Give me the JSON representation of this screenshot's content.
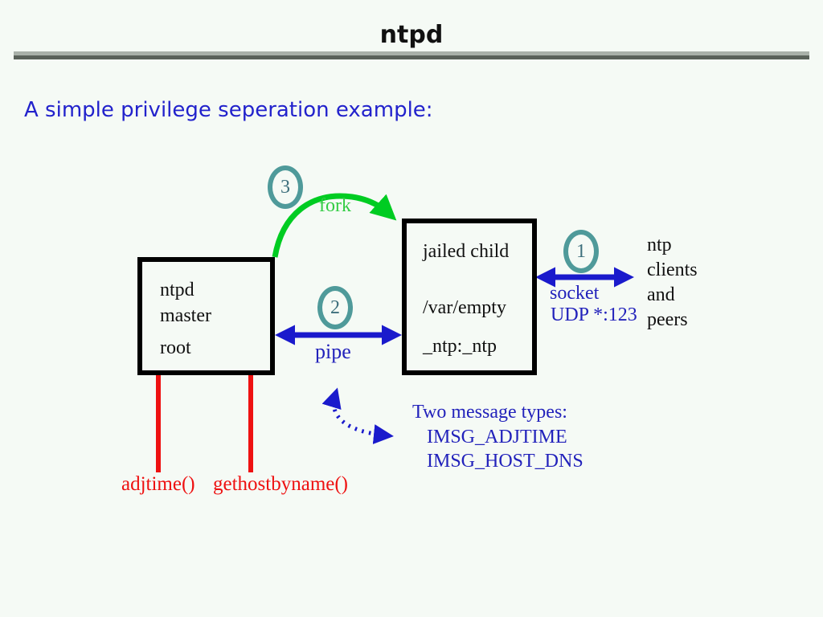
{
  "slide": {
    "title": "ntpd",
    "subtitle": "A simple privilege seperation example:"
  },
  "master_box": {
    "line1": "ntpd",
    "line2": "master",
    "line3": "root"
  },
  "child_box": {
    "line1": "jailed child",
    "line2": "/var/empty",
    "line3": "_ntp:_ntp"
  },
  "badges": {
    "fork": "3",
    "pipe": "2",
    "socket": "1"
  },
  "labels": {
    "fork": "fork",
    "pipe": "pipe",
    "socket_line1": "socket",
    "socket_line2": "UDP *:123",
    "clients_line1": "ntp",
    "clients_line2": "clients",
    "clients_line3": "and",
    "clients_line4": "peers",
    "messages_heading": "Two message types:",
    "message_1": "IMSG_ADJTIME",
    "message_2": "IMSG_HOST_DNS",
    "syscall_1": "adjtime()",
    "syscall_2": "gethostbyname()"
  },
  "colors": {
    "background": "#f5faf5",
    "title_text": "#111111",
    "accent_blue_text": "#2222bb",
    "arrow_blue": "#1a1acc",
    "arrow_green": "#00cc22",
    "fork_text_green": "#33cc44",
    "alert_red": "#ee1111",
    "badge_teal": "#4f9a9a",
    "rule_light": "#a9b1a9",
    "rule_dark": "#5a625a"
  }
}
